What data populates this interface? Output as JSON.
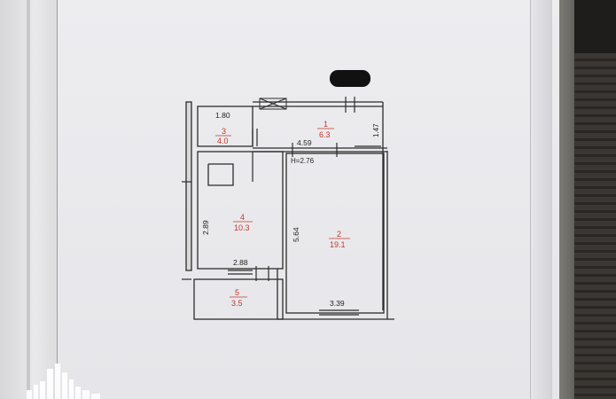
{
  "plan": {
    "dims": {
      "top_left": "1.80",
      "corridor": "4.59",
      "right_side": "1.47",
      "height": "H=2.76",
      "left_side": "2.89",
      "room4_bottom": "2.88",
      "room2_side": "5.64",
      "room2_bottom": "3.39"
    },
    "rooms": [
      {
        "num": "1",
        "area": "6.3"
      },
      {
        "num": "2",
        "area": "19.1"
      },
      {
        "num": "3",
        "area": "4.0"
      },
      {
        "num": "4",
        "area": "10.3"
      },
      {
        "num": "5",
        "area": "3.5"
      }
    ]
  },
  "colors": {
    "room_label": "#c0392b",
    "wall": "#2b2b2b",
    "page": "#e9e9ec"
  },
  "overlay": {
    "redaction": "black-scribble",
    "watermark": "city-skyline-logo"
  }
}
